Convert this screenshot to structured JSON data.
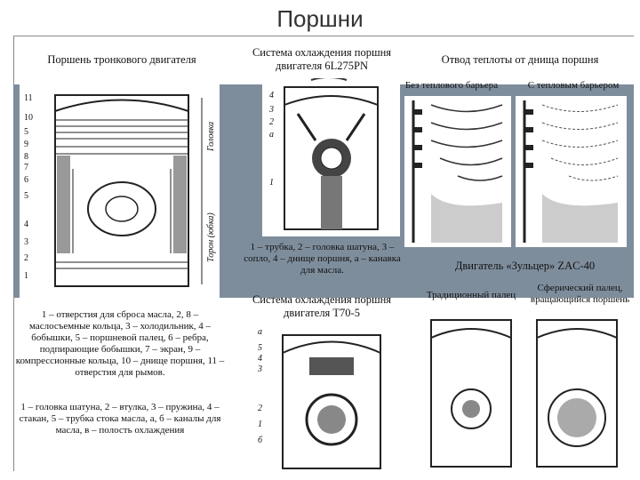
{
  "title": "Поршни",
  "headers": {
    "trunk_piston": "Поршень тронкового двигателя",
    "cooling_6l": "Система охлаждения поршня двигателя 6L275PN",
    "heat_removal": "Отвод теплоты от днища поршня"
  },
  "subheaders": {
    "no_barrier": "Без теплового барьера",
    "with_barrier": "С тепловым барьером"
  },
  "captions": {
    "cooling_6l_legend": "1 – трубка, 2 – головка шатуна, 3 – сопло, 4 – днище поршня, а – канавка для масла.",
    "cooling_t70_title": "Система охлаждения поршня двигателя Т70-5",
    "trunk_legend": "1 – отверстия для сброса масла, 2, 8 – маслосъемные кольца, 3 – холодильник, 4 – бобышки, 5 – поршневой палец, 6 – ребра, подпирающие бобышки, 7 – экран, 9 – компрессионные кольца, 10 – днище поршня, 11 – отверстия для рымов.",
    "t70_legend": "1 – головка шатуна, 2 – втулка, 3 – пружина, 4 – стакан, 5 – трубка стока масла, а, б – каналы для масла, в – полость охлаждения",
    "sulzer": "Двигатель «Зульцер» ZAC-40",
    "traditional_pin": "Традиционный палец",
    "spherical_pin": "Сферический палец, вращающийся поршень"
  },
  "drawing_labels": {
    "trunk_left": [
      "11",
      "10",
      "5",
      "9",
      "8",
      "7",
      "6",
      "5",
      "4",
      "3",
      "2",
      "1"
    ],
    "trunk_right": [
      "Головка",
      "Торон (юбка)"
    ],
    "cooling_6l": [
      "4",
      "3",
      "2",
      "а",
      "1"
    ],
    "t70": [
      "а",
      "5",
      "4",
      "3",
      "2",
      "1",
      "б"
    ]
  }
}
